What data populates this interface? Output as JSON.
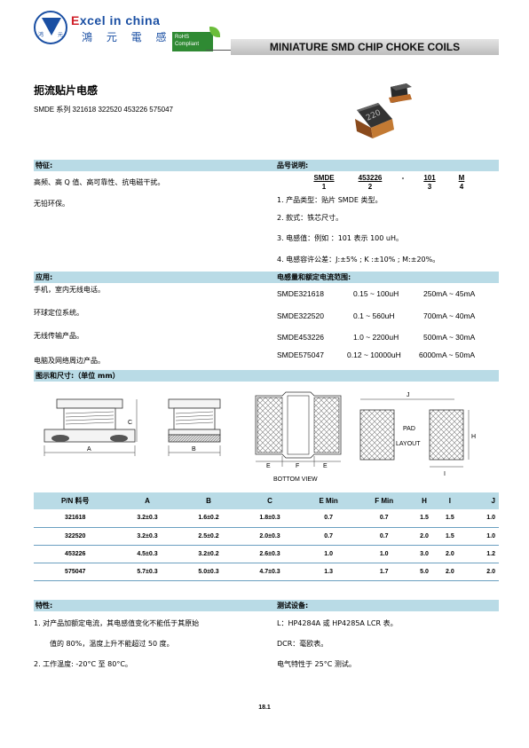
{
  "header": {
    "brand_first": "E",
    "brand_rest": "xcel in china",
    "brand_cn": "鴻 元 電 感",
    "logo_cn_left": "鸿",
    "logo_cn_right": "元",
    "rohs_line1": "RoHS",
    "rohs_line2": "Compliant",
    "title": "MINIATURE SMD CHIP CHOKE COILS"
  },
  "title_cn": "扼流贴片电感",
  "subtitle": "SMDE 系列 321618 322520 453226 575047",
  "features": {
    "heading": "特征:",
    "items": [
      "高频、高 Q 值、高可靠性、抗电磁干扰。",
      "无铅环保。"
    ]
  },
  "part_number": {
    "heading": "品号说明:",
    "codes": [
      {
        "code": "SMDE",
        "num": "1"
      },
      {
        "code": "453226",
        "num": "2"
      },
      {
        "code": "-",
        "num": ""
      },
      {
        "code": "101",
        "num": "3"
      },
      {
        "code": "M",
        "num": "4"
      }
    ],
    "notes": [
      "1.  产品类型：贴片 SMDE 类型。",
      "2.  款式：铁芯尺寸。",
      "3.  电感值：例如 ：101 表示  100 uH。",
      "4.  电感容许公差：J:±5% ; K :±10% ; M:±20%。"
    ]
  },
  "applications": {
    "heading": "应用:",
    "items": [
      "手机，室内无线电话。",
      "环球定位系统。",
      "无线传输产品。",
      "电脑及网络周边产品。"
    ]
  },
  "ratings": {
    "heading": "电感量和额定电流范围:",
    "rows": [
      {
        "model": "SMDE321618",
        "range": "0.15 ~ 100uH",
        "current": "250mA ~ 45mA"
      },
      {
        "model": "SMDE322520",
        "range": "0.1 ~ 560uH",
        "current": "700mA ~ 40mA"
      },
      {
        "model": "SMDE453226",
        "range": "1.0 ~ 2200uH",
        "current": "500mA ~ 30mA"
      },
      {
        "model": "SMDE575047",
        "range": "0.12 ~ 10000uH",
        "current": "6000mA ~ 50mA"
      }
    ]
  },
  "drawing": {
    "heading": "图示和尺寸:（单位 mm）",
    "label_a": "A",
    "label_b": "B",
    "label_c": "C",
    "label_e1": "E",
    "label_f": "F",
    "label_e2": "E",
    "bottom_view": "BOTTOM VIEW",
    "label_j": "J",
    "label_h": "H",
    "label_i": "I",
    "pad": "PAD",
    "layout": "LAYOUT",
    "component_mark": "220"
  },
  "dims_table": {
    "headers": [
      "P/N  料号",
      "A",
      "B",
      "C",
      "E Min",
      "F Min",
      "H",
      "I",
      "J"
    ],
    "rows": [
      [
        "321618",
        "3.2±0.3",
        "1.6±0.2",
        "1.8±0.3",
        "0.7",
        "0.7",
        "1.5",
        "1.5",
        "1.0"
      ],
      [
        "322520",
        "3.2±0.3",
        "2.5±0.2",
        "2.0±0.3",
        "0.7",
        "0.7",
        "2.0",
        "1.5",
        "1.0"
      ],
      [
        "453226",
        "4.5±0.3",
        "3.2±0.2",
        "2.6±0.3",
        "1.0",
        "1.0",
        "3.0",
        "2.0",
        "1.2"
      ],
      [
        "575047",
        "5.7±0.3",
        "5.0±0.3",
        "4.7±0.3",
        "1.3",
        "1.7",
        "5.0",
        "2.0",
        "2.0"
      ]
    ]
  },
  "characteristics": {
    "heading": "特性:",
    "items": [
      "1.   对产品加额定电流，其电感值变化不能低于其原始",
      "值的 80%，温度上升不能超过 50 度。",
      "2.   工作温度: -20°C  至  80°C。"
    ]
  },
  "test_equipment": {
    "heading": "测试设备:",
    "items": [
      "L：HP4284A  或  HP4285A LCR 表。",
      "DCR：毫欧表。",
      "电气特性于 25°C 测试。"
    ]
  },
  "page_number": "18.1",
  "colors": {
    "section_bar": "#b9dbe6",
    "brand_blue": "#1a4fa3",
    "brand_red": "#d0202a",
    "rohs_green": "#2f8a33"
  }
}
